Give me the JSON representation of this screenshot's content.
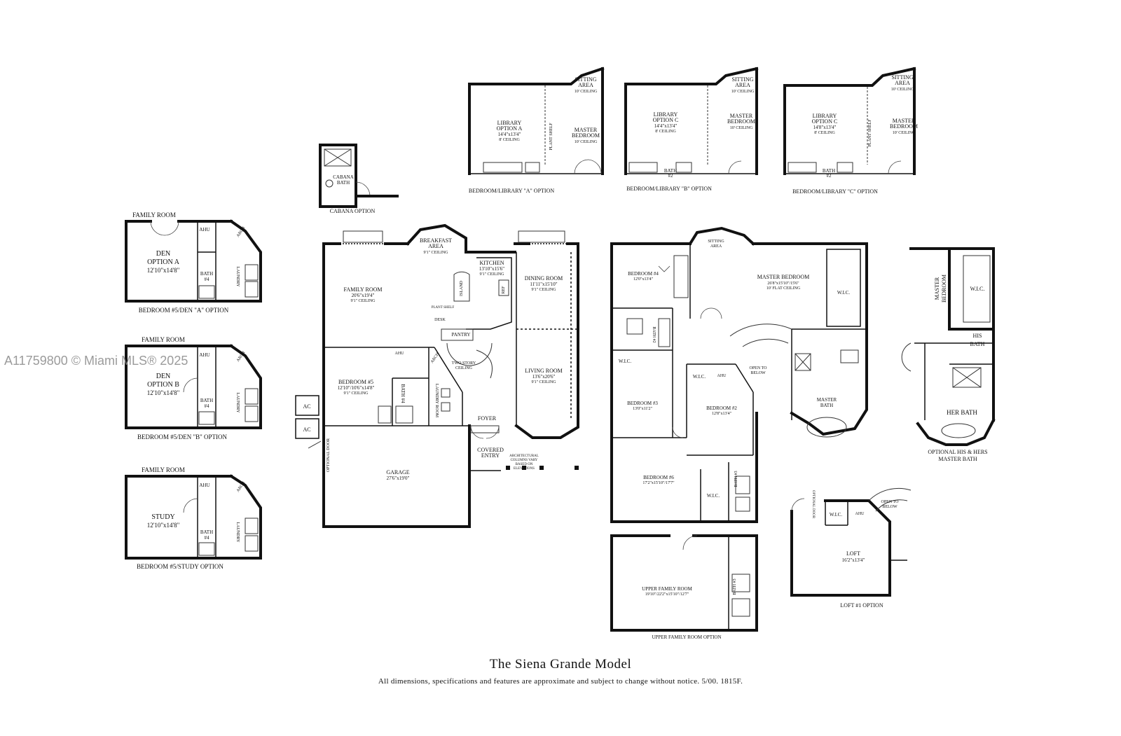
{
  "watermark": "A11759800 © Miami MLS® 2025",
  "title": "The Siena Grande Model",
  "disclaimer": "All dimensions, specifications and features are approximate and subject to change without notice. 5/00. 1815F.",
  "labels": {
    "library_a": "LIBRARY",
    "library_a2": "OPTION A",
    "library_a3": "14'4\"x13'4\"",
    "library_a4": "8' CEILING",
    "sitting_a": "SITTING",
    "sitting_a2": "AREA",
    "sitting_a3": "10' CEILING",
    "master_a": "MASTER",
    "master_a2": "BEDROOM",
    "master_a3": "10' CEILING",
    "plant_shelf_a": "PLANT SHELF",
    "caption_a": "BEDROOM/LIBRARY \"A\" OPTION",
    "library_b": "LIBRARY",
    "library_b2": "OPTION C",
    "library_b3": "14'4\"x13'4\"",
    "library_b4": "8' CEILING",
    "sitting_b": "SITTING",
    "sitting_b2": "AREA",
    "sitting_b3": "10' CEILING",
    "master_b": "MASTER",
    "master_b2": "BEDROOM",
    "master_b3": "10' CEILING",
    "bath_b": "BATH",
    "bath_b2": "#2",
    "caption_b": "BEDROOM/LIBRARY \"B\" OPTION",
    "library_c": "LIBRARY",
    "library_c2": "OPTION C",
    "library_c3": "14'8\"x13'4\"",
    "library_c4": "8' CEILING",
    "sitting_c": "SITTING",
    "sitting_c2": "AREA",
    "sitting_c3": "10' CEILING",
    "master_c": "MASTER",
    "master_c2": "BEDROOM",
    "master_c3": "10' CEILING",
    "bath_c": "BATH",
    "bath_c2": "#2",
    "plant_shelf_c": "PLANT SHELF",
    "caption_c": "BEDROOM/LIBRARY \"C\" OPTION",
    "cabana_bath": "CABANA",
    "cabana_bath2": "BATH",
    "cabana_caption": "CABANA OPTION",
    "family_room_1": "FAMILY ROOM",
    "den_a": "DEN",
    "den_a2": "OPTION A",
    "den_a3": "12'10\"x14'8\"",
    "ahu_1": "AHU",
    "arch_1": "ARCH",
    "bath4_1": "BATH",
    "bath4_1b": "#4",
    "laundry_1": "LAUNDRY",
    "caption_den_a": "BEDROOM #5/DEN \"A\" OPTION",
    "family_room_2": "FAMILY ROOM",
    "den_b": "DEN",
    "den_b2": "OPTION B",
    "den_b3": "12'10\"x14'8\"",
    "ahu_2": "AHU",
    "arch_2": "ARCH",
    "bath4_2": "BATH",
    "bath4_2b": "#4",
    "laundry_2": "LAUNDRY",
    "caption_den_b": "BEDROOM #5/DEN \"B\" OPTION",
    "family_room_3": "FAMILY ROOM",
    "study": "STUDY",
    "study2": "12'10\"x14'8\"",
    "ahu_3": "AHU",
    "arch_3": "ARCH",
    "bath4_3": "BATH",
    "bath4_3b": "#4",
    "laundry_3": "LAUNDRY",
    "caption_study": "BEDROOM #5/STUDY OPTION",
    "breakfast": "BREAKFAST",
    "breakfast2": "AREA",
    "breakfast3": "9'1\" CEILING",
    "kitchen": "KITCHEN",
    "kitchen2": "13'10\"x15'6\"",
    "kitchen3": "9'1\" CEILING",
    "family_room": "FAMILY ROOM",
    "family_room2": "20'6\"x19'4\"",
    "family_room3": "9'1\" CEILING",
    "island": "ISLAND",
    "ref": "REF",
    "plant_shelf": "PLANT SHELF",
    "desk": "DESK",
    "pantry": "PANTRY",
    "dining": "DINING ROOM",
    "dining2": "11'11\"x15'10\"",
    "dining3": "9'1\" CEILING",
    "two_story": "TWO STORY",
    "two_story2": "CEILING",
    "bedroom5": "BEDROOM #5",
    "bedroom5b": "12'10\"/10'6\"x14'8\"",
    "bedroom5c": "9'1\" CEILING",
    "bath4": "BATH #4",
    "laundry": "LAUNDRY ROOM",
    "ahu": "AHU",
    "arch": "ARCH",
    "living": "LIVING ROOM",
    "living2": "13'6\"x20'6\"",
    "living3": "9'1\" CEILING",
    "ac": "AC",
    "ac2": "AC",
    "optional_door": "OPTIONAL DOOR",
    "foyer": "FOYER",
    "covered": "COVERED",
    "covered2": "ENTRY",
    "arch_col": "ARCHITECTURAL",
    "arch_col2": "COLUMNS VARY",
    "arch_col3": "BASED ON",
    "arch_col4": "ELEVATIONS",
    "garage": "GARAGE",
    "garage2": "27'6\"x19'0\"",
    "sitting_up": "SITTING",
    "sitting_up2": "AREA",
    "bedroom4": "BEDROOM #4",
    "bedroom4b": "12'0\"x13'4\"",
    "master_bed": "MASTER BEDROOM",
    "master_bed2": "26'8\"x15'10\"/15'6\"",
    "master_bed3": "10' FLAT CEILING",
    "wic_1": "W.I.C.",
    "bath2": "BATH #2",
    "wic_2": "W.I.C.",
    "open_below": "OPEN TO",
    "open_below2": "BELOW",
    "bedroom3": "BEDROOM #3",
    "bedroom3b": "13'0\"x11'2\"",
    "wic_3": "W.I.C.",
    "ahu_up": "AHU",
    "bedroom2": "BEDROOM #2",
    "bedroom2b": "12'8\"x13'4\"",
    "master_bath": "MASTER",
    "master_bath2": "BATH",
    "bedroom6": "BEDROOM #6",
    "bedroom6b": "17'2\"x15'10\"/17'7\"",
    "wic_4": "W.I.C.",
    "bath3": "BATH #3",
    "upper_family": "UPPER FAMILY ROOM",
    "upper_family2": "19'10\"/22'2\"x15'10\"/12'7\"",
    "bath3_b": "BATH #3",
    "caption_upper": "UPPER FAMILY ROOM OPTION",
    "master_bedroom_r": "MASTER",
    "master_bedroom_r2": "BEDROOM",
    "wic_r": "W.I.C.",
    "his_bath": "HIS",
    "his_bath2": "BATH",
    "her_bath": "HER BATH",
    "caption_hishers": "OPTIONAL HIS & HERS",
    "caption_hishers2": "MASTER BATH",
    "wic_loft": "W.I.C.",
    "ahu_loft": "AHU",
    "open_loft": "OPEN TO",
    "open_loft2": "BELOW",
    "optional_door_loft": "OPTIONAL DOOR",
    "loft": "LOFT",
    "loft2": "16'2\"x13'4\"",
    "caption_loft": "LOFT #1 OPTION"
  }
}
